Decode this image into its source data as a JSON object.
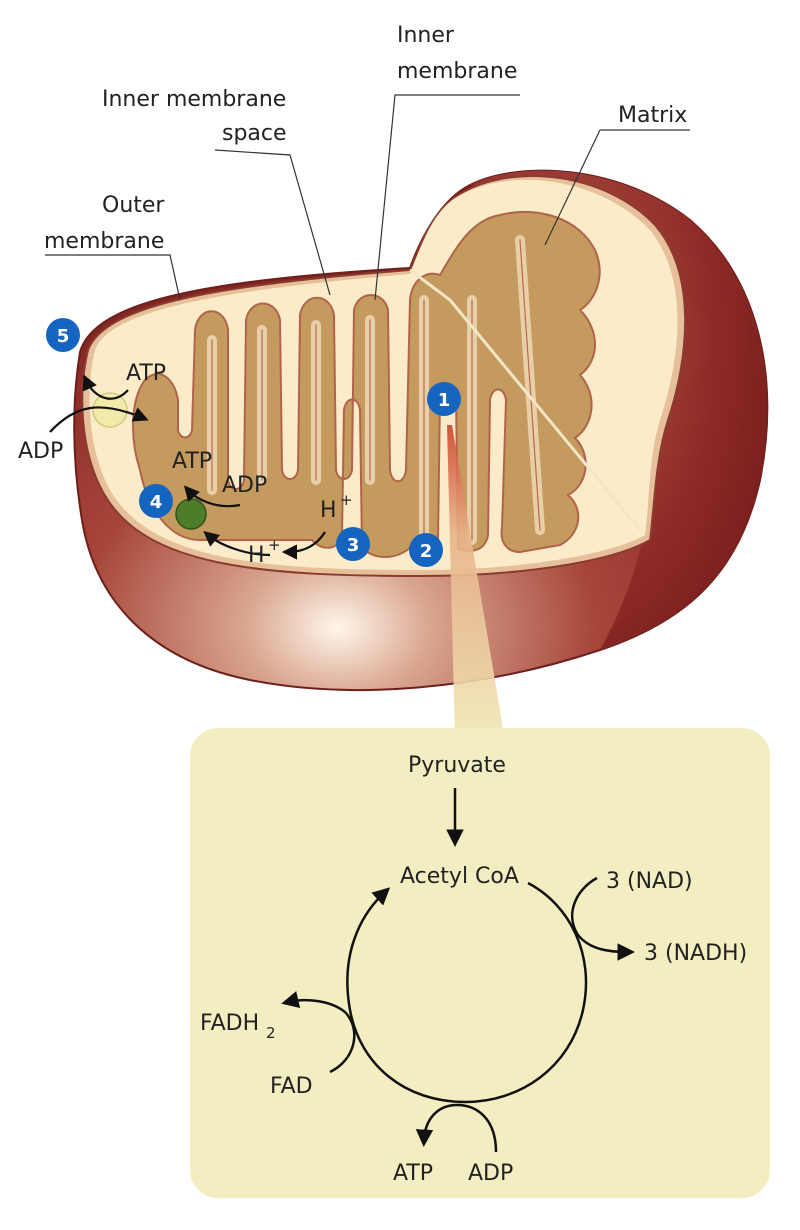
{
  "labels": {
    "inner_membrane_line1": "Inner",
    "inner_membrane_line2": "membrane",
    "inner_membrane_space_line1": "Inner membrane",
    "inner_membrane_space_line2": "space",
    "matrix": "Matrix",
    "outer_membrane_line1": "Outer",
    "outer_membrane_line2": "membrane"
  },
  "steps": {
    "s1": "1",
    "s2": "2",
    "s3": "3",
    "s4": "4",
    "s5": "5"
  },
  "mito_labels": {
    "atp_top": "ATP",
    "adp_left": "ADP",
    "atp_mid": "ATP",
    "adp_mid": "ADP",
    "h_plus_top": "H",
    "h_plus_bottom": "H",
    "plus": "+"
  },
  "cycle": {
    "pyruvate": "Pyruvate",
    "acetyl_coa": "Acetyl CoA",
    "nad": "3 (NAD)",
    "nadh": "3 (NADH)",
    "fadh_main": "FADH",
    "fadh_sub": "2",
    "fad": "FAD",
    "atp": "ATP",
    "adp": "ADP"
  },
  "colors": {
    "step_badge": "#1565c0",
    "callout_fill": "#f3eec2",
    "outer_body": "#8b2a22",
    "matrix_fill": "#c49a5e",
    "space_fill": "#fbebc8"
  }
}
